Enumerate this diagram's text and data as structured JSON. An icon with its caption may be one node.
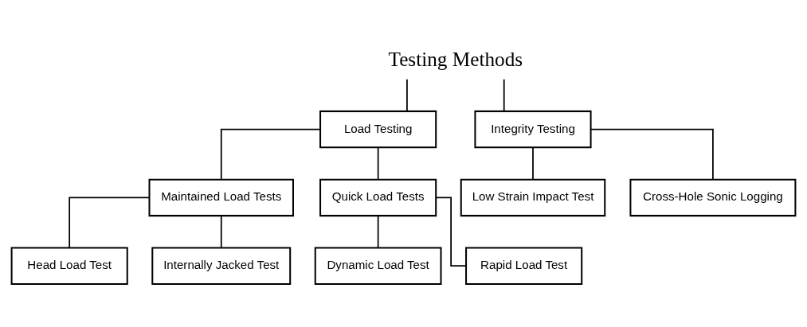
{
  "diagram": {
    "nodes": [
      {
        "text": [
          "Testing Methods"
        ]
      },
      {
        "text": [
          "Load Testing"
        ]
      },
      {
        "text": [
          "Integrity Testing"
        ]
      },
      {
        "text": [
          "Maintained Load Tests"
        ]
      },
      {
        "text": [
          "Quick Load Tests"
        ]
      },
      {
        "text": [
          "Low Strain Impact Test"
        ]
      },
      {
        "text": [
          "Cross-Hole Sonic Logging"
        ]
      },
      {
        "text": [
          "Head Load Test"
        ]
      },
      {
        "text": [
          "Internally Jacked Test"
        ]
      },
      {
        "text": [
          "Dynamic Load Test"
        ]
      },
      {
        "text": [
          "Rapid Load Test"
        ]
      }
    ],
    "edges": [
      {
        "from": 0,
        "to": 1,
        "arrow": "none"
      },
      {
        "from": 0,
        "to": 2,
        "arrow": "none"
      },
      {
        "from": 1,
        "to": 3,
        "arrow": "none"
      },
      {
        "from": 1,
        "to": 4,
        "arrow": "none"
      },
      {
        "from": 2,
        "to": 5,
        "arrow": "none"
      },
      {
        "from": 2,
        "to": 6,
        "arrow": "none"
      },
      {
        "from": 3,
        "to": 7,
        "arrow": "none"
      },
      {
        "from": 3,
        "to": 8,
        "arrow": "none"
      },
      {
        "from": 4,
        "to": 9,
        "arrow": "none"
      },
      {
        "from": 4,
        "to": 10,
        "arrow": "none"
      }
    ]
  }
}
